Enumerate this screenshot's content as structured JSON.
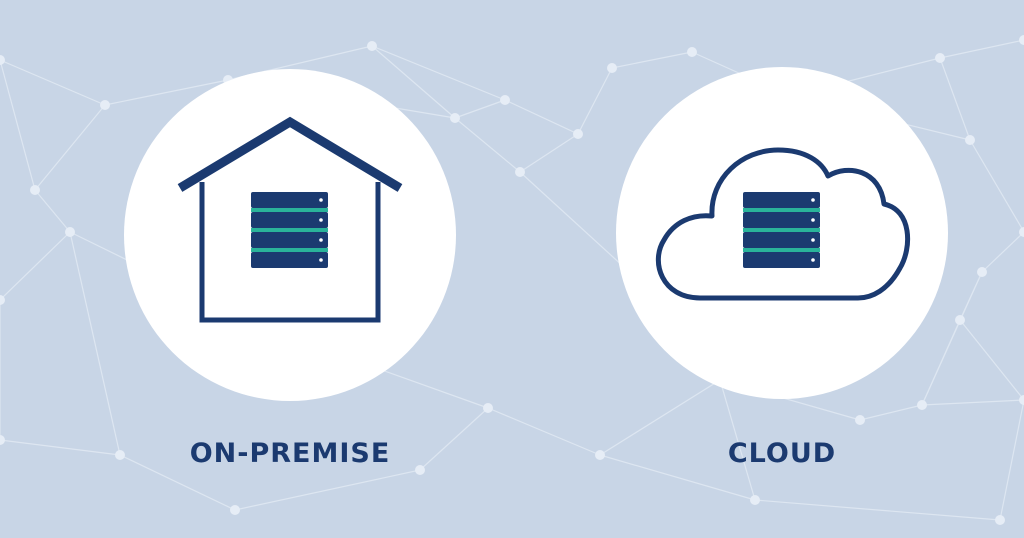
{
  "colors": {
    "background": "#c8d5e6",
    "network_line": "#dde6f1",
    "network_node": "#e6edf6",
    "circle_fill": "#ffffff",
    "navy": "#1b3a70",
    "teal": "#2ab39a"
  },
  "panels": [
    {
      "label": "ON-PREMISE",
      "icon": "house-icon",
      "inner_icon": "server-rack-icon"
    },
    {
      "label": "CLOUD",
      "icon": "cloud-icon",
      "inner_icon": "server-rack-icon"
    }
  ],
  "background_pattern": "network-mesh"
}
